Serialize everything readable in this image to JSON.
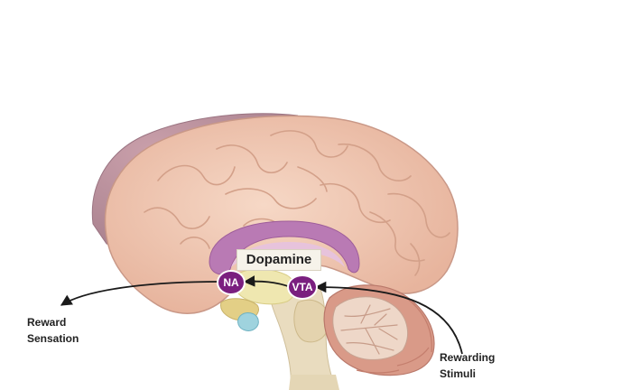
{
  "labels": {
    "dopamine": "Dopamine",
    "na": "NA",
    "vta": "VTA",
    "reward_sensation_line1": "Reward",
    "reward_sensation_line2": "Sensation",
    "rewarding_stimuli_line1": "Rewarding",
    "rewarding_stimuli_line2": "Stimuli"
  },
  "colors": {
    "node_fill": "#7a1f7f",
    "arrow": "#1a1a1a",
    "cortex": "#eec3ae",
    "cortex_edge": "#c99887",
    "frontal_dark": "#b98d98",
    "corpus_callosum": "#b97ab4",
    "brainstem": "#e9dcbf",
    "cerebellum_outer": "#d99a88",
    "cerebellum_inner": "#eed7c8",
    "pituitary": "#9fd3de",
    "thalamus": "#efe7b0"
  }
}
